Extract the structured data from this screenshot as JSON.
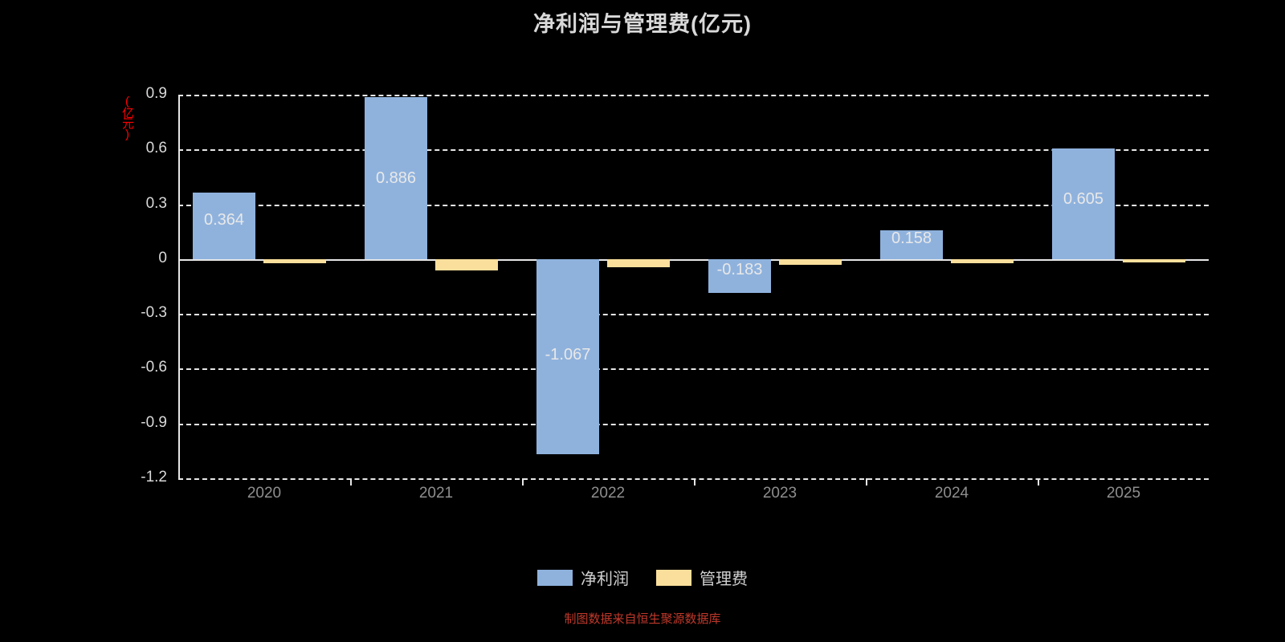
{
  "chart_data": {
    "type": "bar",
    "title": "净利润与管理费(亿元)",
    "xlabel": "",
    "ylabel": "(亿元)",
    "categories": [
      "2020",
      "2021",
      "2022",
      "2023",
      "2024",
      "2025"
    ],
    "series": [
      {
        "name": "净利润",
        "color": "#8fb2dd",
        "values": [
          0.364,
          0.886,
          -1.067,
          -0.183,
          0.158,
          0.605
        ],
        "labels": [
          "0.364",
          "0.886",
          "-1.067",
          "-0.183",
          "0.158",
          "0.605"
        ]
      },
      {
        "name": "管理费",
        "color": "#fadf9c",
        "values": [
          0.021,
          0.062,
          0.042,
          0.028,
          0.022,
          0.019
        ],
        "labels": [
          "",
          "",
          "",
          "",
          "",
          ""
        ]
      }
    ],
    "yticks": [
      "0.9",
      "0.6",
      "0.3",
      "0",
      "-0.3",
      "-0.6",
      "-0.9",
      "-1.2"
    ],
    "ytick_values": [
      0.9,
      0.6,
      0.3,
      0,
      -0.3,
      -0.6,
      -0.9,
      -1.2
    ],
    "ylim": [
      -1.2,
      0.9
    ],
    "grid": true,
    "legend_position": "bottom"
  },
  "footnote": "制图数据来自恒生聚源数据库"
}
